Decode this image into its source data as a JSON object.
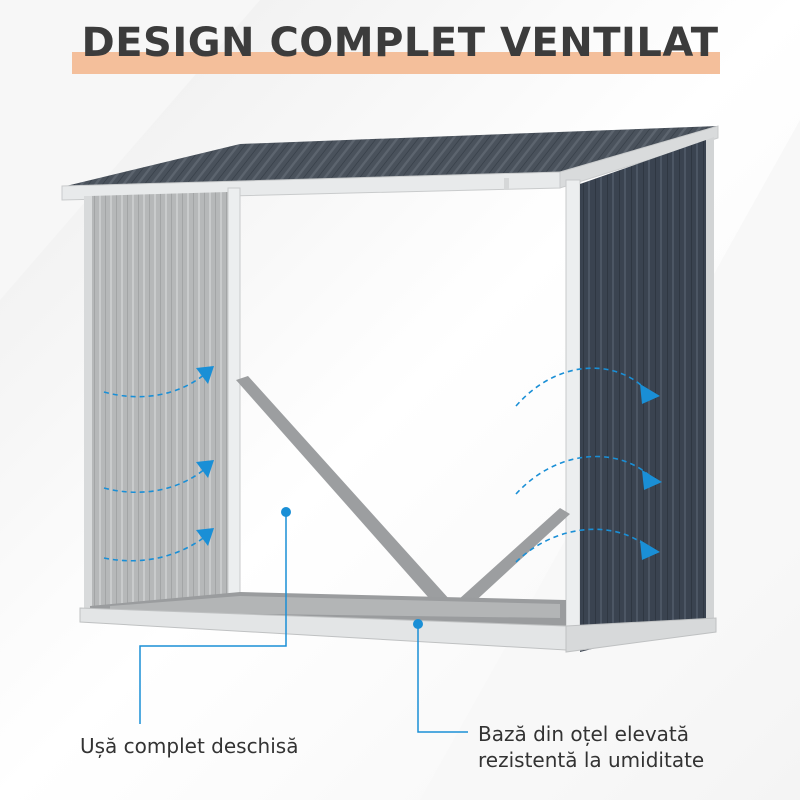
{
  "title": "DESIGN COMPLET VENTILAT",
  "callouts": {
    "door": "Ușă complet deschisă",
    "base_line1": "Bază din oțel elevată",
    "base_line2": "rezistentă la umiditate"
  },
  "icons": [
    "airflow-arrow-icon",
    "callout-dot-icon"
  ],
  "colors": {
    "accent_band": "#f4bf9b",
    "title_text": "#3c3c3c",
    "callout_blue": "#1a8fd6",
    "panel_dark": "#3a4350",
    "panel_light": "#b9bbbc",
    "frame": "#e9ebec"
  }
}
